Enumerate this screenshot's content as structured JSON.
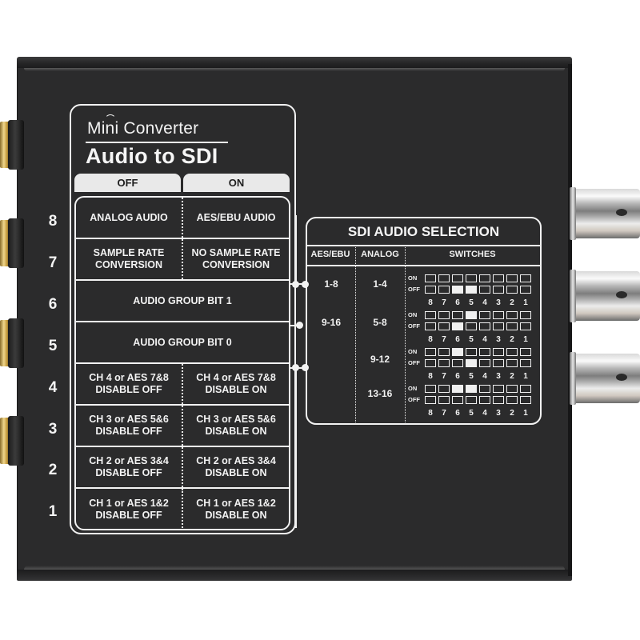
{
  "device": {
    "brand": "Mini Converter",
    "product": "Audio to SDI",
    "header_tabs": {
      "off": "OFF",
      "on": "ON"
    }
  },
  "switch_rows": [
    {
      "number": "8",
      "off": "ANALOG AUDIO",
      "on": "AES/EBU AUDIO",
      "split": true
    },
    {
      "number": "7",
      "off": "SAMPLE RATE CONVERSION",
      "on": "NO SAMPLE RATE CONVERSION",
      "split": true
    },
    {
      "number": "6",
      "label": "AUDIO GROUP BIT 1",
      "split": false
    },
    {
      "number": "5",
      "label": "AUDIO GROUP BIT 0",
      "split": false
    },
    {
      "number": "4",
      "off": "CH 4 or AES 7&8 DISABLE OFF",
      "on": "CH 4 or AES 7&8 DISABLE ON",
      "split": true
    },
    {
      "number": "3",
      "off": "CH 3 or AES 5&6 DISABLE OFF",
      "on": "CH 3 or AES 5&6 DISABLE ON",
      "split": true
    },
    {
      "number": "2",
      "off": "CH 2 or AES 3&4 DISABLE OFF",
      "on": "CH 2 or AES 3&4 DISABLE ON",
      "split": true
    },
    {
      "number": "1",
      "off": "CH 1 or AES 1&2 DISABLE OFF",
      "on": "CH 1 or AES 1&2 DISABLE ON",
      "split": true
    }
  ],
  "row_text": {
    "r8_off": "ANALOG AUDIO",
    "r8_on": "AES/EBU AUDIO",
    "r7_off_1": "SAMPLE RATE",
    "r7_off_2": "CONVERSION",
    "r7_on_1": "NO SAMPLE RATE",
    "r7_on_2": "CONVERSION",
    "r6": "AUDIO GROUP BIT 1",
    "r5": "AUDIO GROUP BIT 0",
    "r4_off_1": "CH 4 or AES 7&8",
    "r4_off_2": "DISABLE OFF",
    "r4_on_1": "CH 4 or AES 7&8",
    "r4_on_2": "DISABLE ON",
    "r3_off_1": "CH 3 or AES 5&6",
    "r3_off_2": "DISABLE OFF",
    "r3_on_1": "CH 3 or AES 5&6",
    "r3_on_2": "DISABLE ON",
    "r2_off_1": "CH 2 or AES 3&4",
    "r2_off_2": "DISABLE OFF",
    "r2_on_1": "CH 2 or AES 3&4",
    "r2_on_2": "DISABLE ON",
    "r1_off_1": "CH 1 or AES 1&2",
    "r1_off_2": "DISABLE OFF",
    "r1_on_1": "CH 1 or AES 1&2",
    "r1_on_2": "DISABLE ON"
  },
  "row_numbers": [
    "8",
    "7",
    "6",
    "5",
    "4",
    "3",
    "2",
    "1"
  ],
  "sdi_audio_selection": {
    "title": "SDI AUDIO SELECTION",
    "columns": {
      "aes_ebu": "AES/EBU",
      "analog": "ANALOG",
      "switches": "SWITCHES"
    },
    "on_label": "ON",
    "off_label": "OFF",
    "switch_numbers": [
      "8",
      "7",
      "6",
      "5",
      "4",
      "3",
      "2",
      "1"
    ],
    "rows": [
      {
        "aes_ebu": "1-8",
        "analog": "1-4",
        "switch6": "OFF",
        "switch5": "OFF"
      },
      {
        "aes_ebu": "9-16",
        "analog": "5-8",
        "switch6": "OFF",
        "switch5": "ON"
      },
      {
        "aes_ebu": "",
        "analog": "9-12",
        "switch6": "ON",
        "switch5": "OFF"
      },
      {
        "aes_ebu": "",
        "analog": "13-16",
        "switch6": "ON",
        "switch5": "ON"
      }
    ]
  },
  "colors": {
    "chassis": "#2b2b2c",
    "legend_line": "#f2f2f2",
    "tab_fill": "#e9e9e9",
    "tab_text": "#1e1e1e",
    "connector_gold": "#d4b262",
    "bnc_silver": "#c8c8c8"
  },
  "connectors": {
    "left_audio_jacks": 4,
    "right_bnc": 3
  }
}
